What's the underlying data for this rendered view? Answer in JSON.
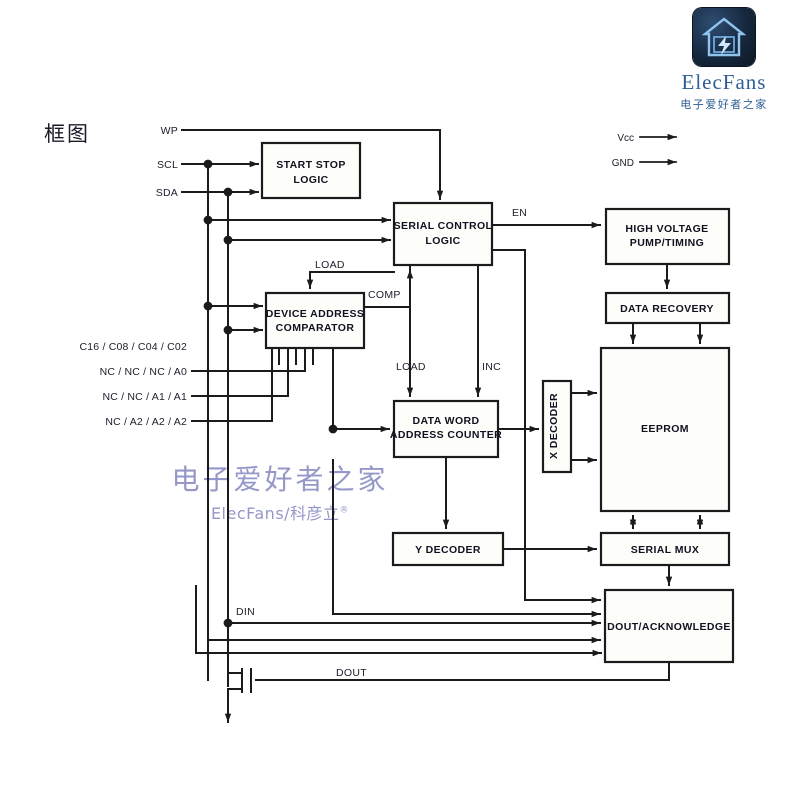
{
  "page": {
    "title_cn": "框图",
    "background": "#ffffff",
    "line_color": "#1b1b1b",
    "block_fill": "#fdfdfa"
  },
  "logo": {
    "name": "ElecFans",
    "subtitle": "电子爱好者之家",
    "mark_icon": "house-lightning-icon",
    "brand_color": "#2f5e96"
  },
  "watermark": {
    "main": "电子爱好者之家",
    "sub": "ElecFans/科彦立",
    "registered_mark": "®",
    "color": "#8b8fc4"
  },
  "power_pins": [
    {
      "label": "Vcc"
    },
    {
      "label": "GND"
    }
  ],
  "input_pins": [
    {
      "label": "WP"
    },
    {
      "label": "SCL"
    },
    {
      "label": "SDA"
    }
  ],
  "address_pins": {
    "header": "C16 / C08 / C04 / C02",
    "rows": [
      "NC /  NC /  NC  /  A0",
      "NC /  NC /  A1  /  A1",
      "NC /  A2 /  A2  /  A2"
    ]
  },
  "blocks": [
    {
      "id": "start_stop_logic",
      "label_lines": [
        "START STOP",
        "LOGIC"
      ]
    },
    {
      "id": "serial_control_logic",
      "label_lines": [
        "SERIAL CONTROL",
        "LOGIC"
      ]
    },
    {
      "id": "device_address_comparator",
      "label_lines": [
        "DEVICE ADDRESS",
        "COMPARATOR"
      ]
    },
    {
      "id": "data_word_address_counter",
      "label_lines": [
        "DATA WORD",
        "ADDRESS COUNTER"
      ]
    },
    {
      "id": "high_voltage_pump_timing",
      "label_lines": [
        "HIGH VOLTAGE",
        "PUMP/TIMING"
      ]
    },
    {
      "id": "data_recovery",
      "label_lines": [
        "DATA RECOVERY"
      ]
    },
    {
      "id": "x_decoder",
      "label_lines": [
        "X DECODER"
      ]
    },
    {
      "id": "eeprom",
      "label_lines": [
        "EEPROM"
      ]
    },
    {
      "id": "y_decoder",
      "label_lines": [
        "Y DECODER"
      ]
    },
    {
      "id": "serial_mux",
      "label_lines": [
        "SERIAL MUX"
      ]
    },
    {
      "id": "dout_acknowledge",
      "label_lines": [
        "DOUT/ACKNOWLEDGE"
      ]
    }
  ],
  "signals": [
    {
      "label": "EN"
    },
    {
      "label": "LOAD"
    },
    {
      "label": "COMP"
    },
    {
      "label": "LOAD"
    },
    {
      "label": "INC"
    },
    {
      "label": "DIN"
    },
    {
      "label": "DOUT"
    }
  ],
  "labels": {
    "start_stop_1": "START STOP",
    "start_stop_2": "LOGIC",
    "serial_ctrl_1": "SERIAL CONTROL",
    "serial_ctrl_2": "LOGIC",
    "dev_addr_1": "DEVICE ADDRESS",
    "dev_addr_2": "COMPARATOR",
    "data_word_1": "DATA WORD",
    "data_word_2": "ADDRESS COUNTER",
    "hv_pump_1": "HIGH VOLTAGE",
    "hv_pump_2": "PUMP/TIMING",
    "data_recovery": "DATA RECOVERY",
    "x_decoder": "X DECODER",
    "eeprom": "EEPROM",
    "y_decoder": "Y DECODER",
    "serial_mux": "SERIAL MUX",
    "dout_ack": "DOUT/ACKNOWLEDGE",
    "wp": "WP",
    "scl": "SCL",
    "sda": "SDA",
    "vcc": "Vcc",
    "gnd": "GND",
    "en": "EN",
    "load_top": "LOAD",
    "comp": "COMP",
    "load_mid": "LOAD",
    "inc": "INC",
    "din": "DIN",
    "dout": "DOUT",
    "addr_header": "C16 / C08 / C04 / C02",
    "addr_row1": "NC /  NC /  NC  /  A0",
    "addr_row2": "NC /  NC /  A1  /  A1",
    "addr_row3": "NC /  A2 /  A2  /  A2"
  }
}
